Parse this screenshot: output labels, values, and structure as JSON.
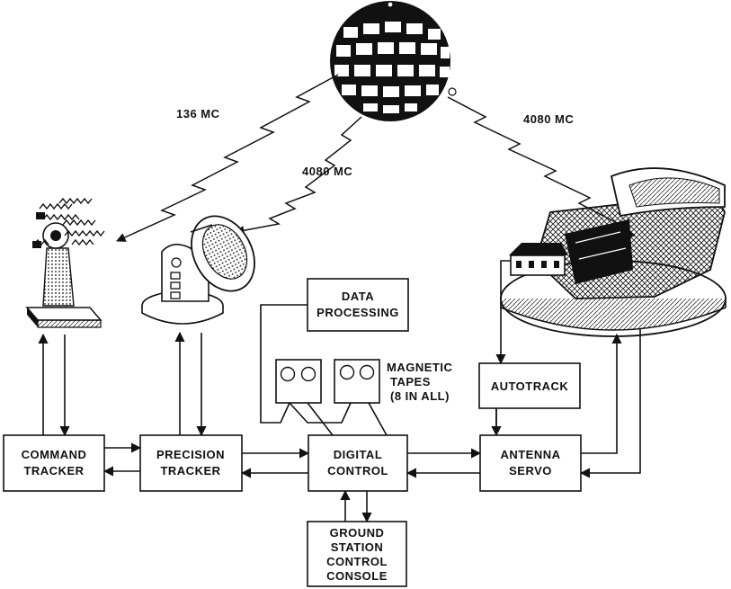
{
  "links": {
    "left": "136 MC",
    "middle": "4080 MC",
    "right": "4080 MC"
  },
  "boxes": {
    "data_processing": [
      "DATA",
      "PROCESSING"
    ],
    "magnetic_tapes": [
      "MAGNETIC",
      "TAPES",
      "(8 IN ALL)"
    ],
    "autotrack": [
      "AUTOTRACK"
    ],
    "command_tracker": [
      "COMMAND",
      "TRACKER"
    ],
    "precision_tracker": [
      "PRECISION",
      "TRACKER"
    ],
    "digital_control": [
      "DIGITAL",
      "CONTROL"
    ],
    "antenna_servo": [
      "ANTENNA",
      "SERVO"
    ],
    "ground_station": [
      "GROUND",
      "STATION",
      "CONTROL",
      "CONSOLE"
    ]
  }
}
